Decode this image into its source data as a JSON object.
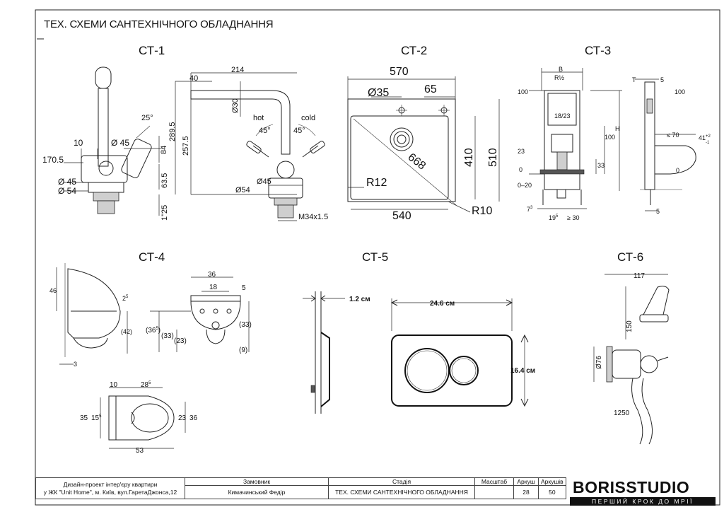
{
  "title": "ТЕХ. СХЕМИ САНТЕХНІЧНОГО ОБЛАДНАННЯ",
  "schemes": [
    "СТ-1",
    "СТ-2",
    "СТ-3",
    "СТ-4",
    "СТ-5",
    "СТ-6"
  ],
  "ct1": {
    "d1": "214",
    "d2": "40",
    "d3": "Ø30",
    "d4": "25°",
    "d5": "hot",
    "d6": "cold",
    "d7": "45°",
    "d8": "45°",
    "d9": "Ø 45",
    "d10": "10",
    "d11": "84",
    "d12": "170.5",
    "d13": "289.5",
    "d14": "257.5",
    "d15": "63.5",
    "d16": "Ø 45",
    "d17": "Ø 54",
    "d18": "1\"25",
    "d19": "Ø54",
    "d20": "Ø45",
    "d21": "M34x1.5"
  },
  "ct2": {
    "w": "570",
    "hole": "Ø35",
    "off": "65",
    "diag": "668",
    "h1": "410",
    "h2": "510",
    "r12": "R12",
    "bottom": "540",
    "r10": "R10"
  },
  "ct3": {
    "b": "B",
    "r": "R½",
    "t": "T",
    "five": "5",
    "hundred": "100",
    "ratio": "18/23",
    "h": "H",
    "lt70": "≤ 70",
    "tol": "41",
    "tol_sup": "+2",
    "tol_sub": "-1",
    "n23": "23",
    "n33": "33",
    "zero": "0",
    "range": "0–20",
    "seven": "7",
    "seven_sup": "3",
    "nineteen": "19",
    "nineteen_sup": "5",
    "ge30": "≥ 30"
  },
  "ct4": {
    "d46": "46",
    "d2": "2",
    "d2s": "5",
    "d42": "(42)",
    "d3": "3",
    "d36": "36",
    "d18": "18",
    "d5": "5",
    "d365": "(36",
    "d365s": "5",
    "d33a": "(33)",
    "d33b": "(33)",
    "d23a": "(23)",
    "d9": "(9)",
    "d10": "10",
    "d28": "28",
    "d28s": "5",
    "d35": "35",
    "d15": "15",
    "d15s": "5",
    "d23b": "23",
    "d36b": "36",
    "d53": "53"
  },
  "ct5": {
    "depth": "1.2 см",
    "width": "24.6 см",
    "height": "16.4 см"
  },
  "ct6": {
    "w": "117",
    "h": "150",
    "dia": "Ø76",
    "hose": "1250"
  },
  "stamp": {
    "project_l1": "Дизайн-проект інтер'єру квартири",
    "project_l2": "у ЖК \"Unit Home\", м. Київ, вул.ГаретаДжонса,12",
    "client_h": "Замовник",
    "client": "Кимачинський Федір",
    "stage_h": "Стадія",
    "stage": "ТЕХ. СХЕМИ САНТЕХНІЧНОГО ОБЛАДНАННЯ",
    "scale_h": "Масштаб",
    "sheet_h": "Аркуш",
    "sheets_h": "Аркушів",
    "sheet": "28",
    "sheets": "50"
  },
  "logo": {
    "name": "BORISSTUDIO",
    "tagline": "ПЕРШИЙ КРОК ДО МРІЇ"
  }
}
